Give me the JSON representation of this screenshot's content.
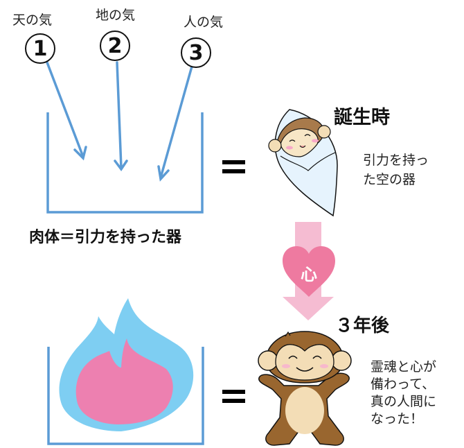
{
  "labels": {
    "heaven_qi": "天の気",
    "earth_qi": "地の気",
    "human_qi": "人の気"
  },
  "circle_numbers": [
    "1",
    "2",
    "3"
  ],
  "body_caption": "肉体＝引力を持った器",
  "birth": {
    "heading": "誕生時",
    "description_line1": "引力を持っ",
    "description_line2": "た空の器"
  },
  "heart_label": "心",
  "three_years": {
    "heading": "３年後",
    "description_line1": "霊魂と心が",
    "description_line2": "備わって、",
    "description_line3": "真の人間に",
    "description_line4": "なった！"
  },
  "equals_sign": "=",
  "colors": {
    "vessel_blue": "#5b9bd5",
    "flame_outer": "#7ecef2",
    "flame_inner": "#ed80b0",
    "arrow_pink": "#f5bcd2",
    "heart_pink": "#ee7aa0",
    "monkey_brown": "#99662f",
    "monkey_face": "#f3ddb6",
    "swaddle": "#e6f3fd"
  }
}
